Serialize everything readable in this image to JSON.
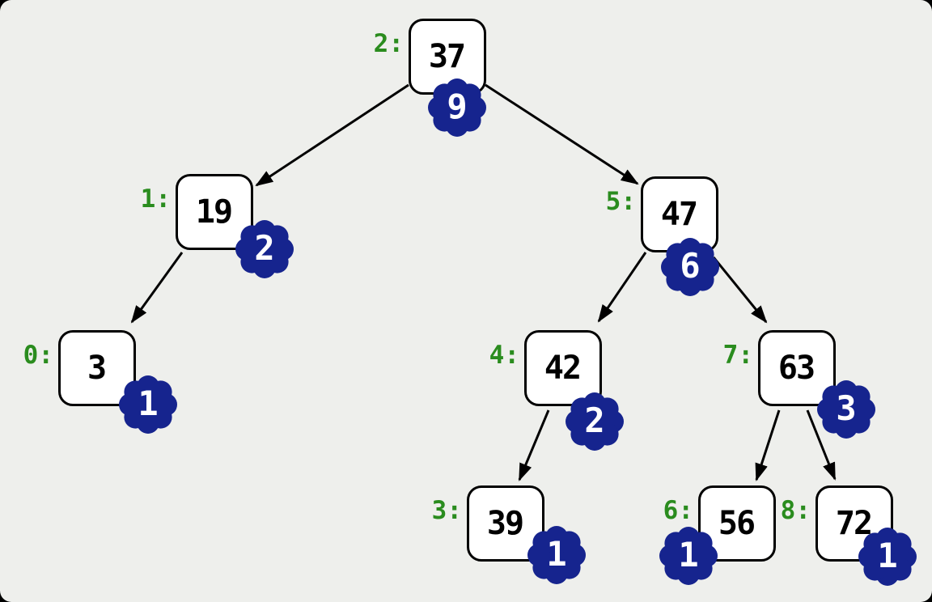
{
  "diagram": {
    "type": "binary-search-tree",
    "colors": {
      "background": "#eeefec",
      "node_fill": "#ffffff",
      "node_border": "#000000",
      "index_label": "#2a8c1e",
      "size_badge_fill": "#16248e",
      "size_badge_text": "#ffffff",
      "edge": "#000000"
    },
    "nodes": [
      {
        "value": "37",
        "index_label": "2:",
        "size": "9"
      },
      {
        "value": "19",
        "index_label": "1:",
        "size": "2"
      },
      {
        "value": "47",
        "index_label": "5:",
        "size": "6"
      },
      {
        "value": "3",
        "index_label": "0:",
        "size": "1"
      },
      {
        "value": "42",
        "index_label": "4:",
        "size": "2"
      },
      {
        "value": "63",
        "index_label": "7:",
        "size": "3"
      },
      {
        "value": "39",
        "index_label": "3:",
        "size": "1"
      },
      {
        "value": "56",
        "index_label": "6:",
        "size": "1"
      },
      {
        "value": "72",
        "index_label": "8:",
        "size": "1"
      }
    ],
    "edges": [
      {
        "from": "37",
        "to": "19",
        "direction": "left"
      },
      {
        "from": "37",
        "to": "47",
        "direction": "right"
      },
      {
        "from": "19",
        "to": "3",
        "direction": "left"
      },
      {
        "from": "47",
        "to": "42",
        "direction": "left"
      },
      {
        "from": "47",
        "to": "63",
        "direction": "right"
      },
      {
        "from": "42",
        "to": "39",
        "direction": "left"
      },
      {
        "from": "63",
        "to": "56",
        "direction": "left"
      },
      {
        "from": "63",
        "to": "72",
        "direction": "right"
      }
    ]
  }
}
